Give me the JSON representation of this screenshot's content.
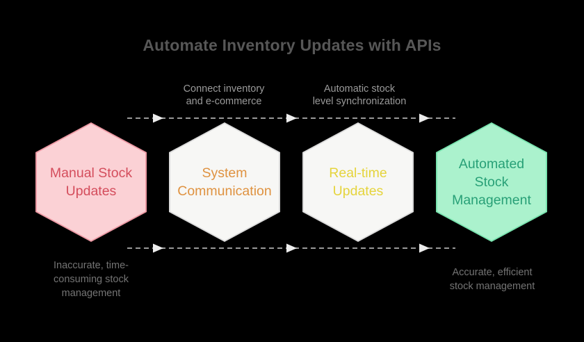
{
  "title": "Automate Inventory Updates with APIs",
  "colors": {
    "background": "#000000",
    "title_text": "#575757",
    "annotation_top_text": "#9a9a9a",
    "annotation_bottom_text": "#747474",
    "connector_dash": "#999999",
    "arrowhead": "#ededed",
    "node_manual": {
      "fill": "#fbd1d5",
      "border": "#ec98a3",
      "text": "#d44d5c"
    },
    "node_system": {
      "fill": "#f7f7f5",
      "border": "#dadada",
      "text": "#df9240"
    },
    "node_realtime": {
      "fill": "#f7f7f5",
      "border": "#dadada",
      "text": "#e5d43c"
    },
    "node_automated": {
      "fill": "#abf2cd",
      "border": "#78e3ae",
      "text": "#28a077"
    }
  },
  "flow": {
    "nodes": [
      {
        "id": "manual-stock-updates",
        "lines": [
          "Manual Stock",
          "Updates"
        ]
      },
      {
        "id": "system-communication",
        "lines": [
          "System",
          "Communication"
        ]
      },
      {
        "id": "real-time-updates",
        "lines": [
          "Real-time",
          "Updates"
        ]
      },
      {
        "id": "automated-stock-management",
        "lines": [
          "Automated",
          "Stock",
          "Management"
        ]
      }
    ],
    "top_annotations": [
      {
        "lines": [
          "Connect inventory",
          "and e-commerce"
        ]
      },
      {
        "lines": [
          "Automatic stock",
          "level synchronization"
        ]
      }
    ],
    "bottom_annotations": [
      {
        "lines": [
          "Inaccurate, time-",
          "consuming stock",
          "management"
        ]
      },
      {
        "lines": [
          "Accurate, efficient",
          "stock management"
        ]
      }
    ]
  }
}
